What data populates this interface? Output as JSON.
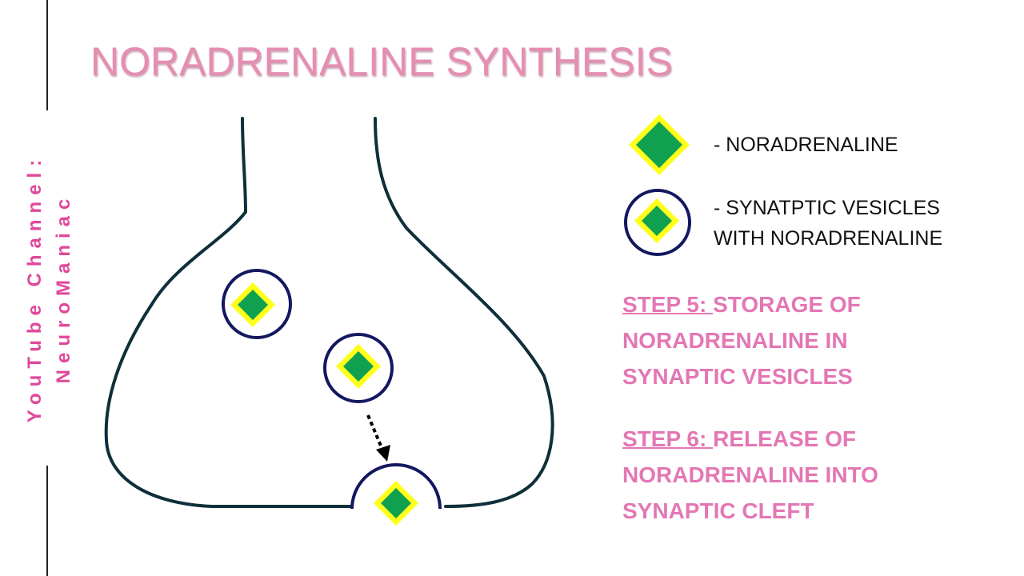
{
  "title": "NORADRENALINE SYNTHESIS",
  "channel": {
    "line1": "YouTube Channel:",
    "line2": "NeuroManiac"
  },
  "legend": {
    "noradrenaline": "- NORADRENALINE",
    "vesicle_line1": "- SYNATPTIC VESICLES",
    "vesicle_line2": "WITH NORADRENALINE"
  },
  "steps": {
    "step5": {
      "head": "STEP 5: ",
      "line1": "STORAGE OF",
      "line2": "NORADRENALINE IN",
      "line3": "SYNAPTIC VESICLES"
    },
    "step6": {
      "head": "STEP 6: ",
      "line1": "RELEASE OF",
      "line2": "NORADRENALINE INTO",
      "line3": "SYNAPTIC CLEFT"
    }
  },
  "colors": {
    "title": "#e58eb1",
    "steps": "#e377b4",
    "channel": "#e0479a",
    "neuron_outline": "#0f2f3a",
    "vesicle_outline": "#141860",
    "diamond_fill": "#0fa050",
    "diamond_border": "#ffff1a"
  }
}
